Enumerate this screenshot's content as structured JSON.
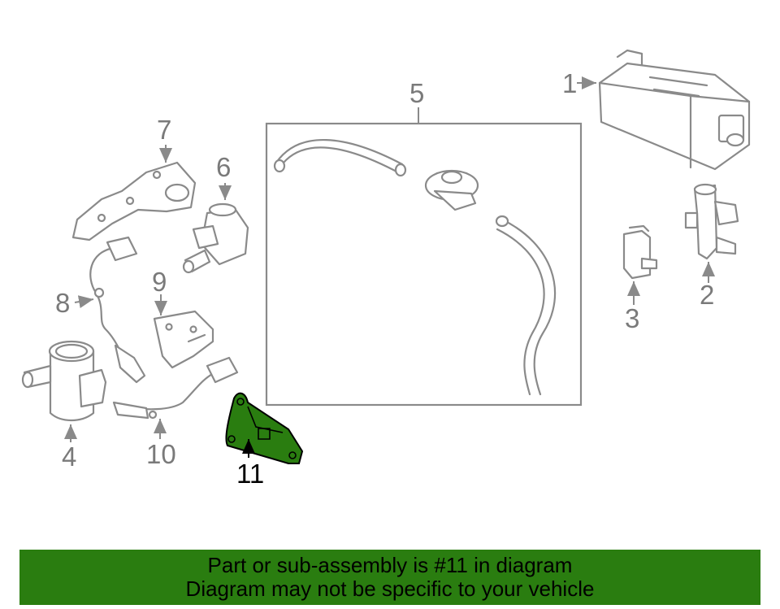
{
  "callouts": {
    "c1": "1",
    "c2": "2",
    "c3": "3",
    "c4": "4",
    "c5": "5",
    "c6": "6",
    "c7": "7",
    "c8": "8",
    "c9": "9",
    "c10": "10",
    "c11": "11"
  },
  "highlight_part": "11",
  "colors": {
    "highlight_fill": "#2a7d10",
    "line": "#8a8a8a",
    "banner": "#2a7d10"
  },
  "banner": {
    "line1": "Part or sub-assembly is #11 in diagram",
    "line2": "Diagram may not be specific to your vehicle"
  }
}
